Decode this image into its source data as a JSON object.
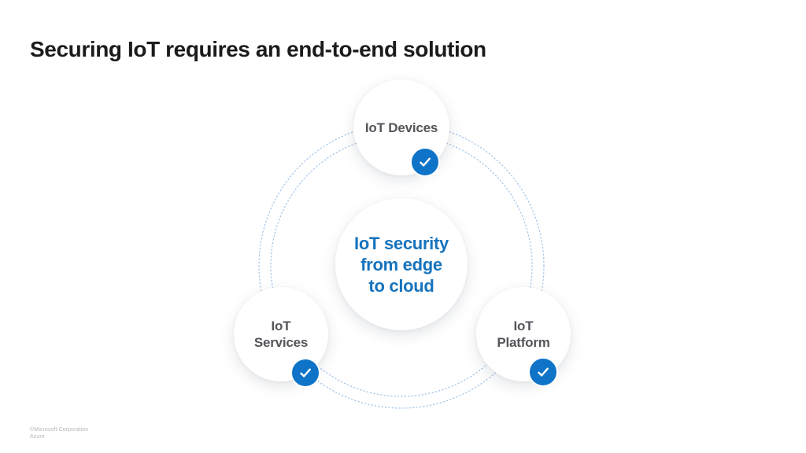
{
  "slide": {
    "title": "Securing IoT requires an end-to-end solution",
    "footer": {
      "line1": "©Microsoft Corporation",
      "line2": "Azure"
    }
  },
  "diagram": {
    "type": "hub-and-spoke-circles",
    "center": {
      "label_lines": [
        "IoT security",
        "from edge",
        "to cloud"
      ]
    },
    "nodes": [
      {
        "id": "iot-devices",
        "label_lines": [
          "IoT Devices"
        ],
        "checked": true,
        "check_icon": "checkmark-icon"
      },
      {
        "id": "iot-services",
        "label_lines": [
          "IoT",
          "Services"
        ],
        "checked": true,
        "check_icon": "checkmark-icon"
      },
      {
        "id": "iot-platform",
        "label_lines": [
          "IoT",
          "Platform"
        ],
        "checked": true,
        "check_icon": "checkmark-icon"
      }
    ],
    "rings": {
      "style": "dotted",
      "count": 2,
      "color": "#a5c7e9"
    },
    "colors": {
      "badge_blue": "#0f74c8",
      "center_text_blue": "#1673bd",
      "node_label_gray": "#54565b",
      "title_black": "#1b1b1b",
      "footer_gray": "#b3b6bb",
      "background": "#ffffff"
    }
  }
}
